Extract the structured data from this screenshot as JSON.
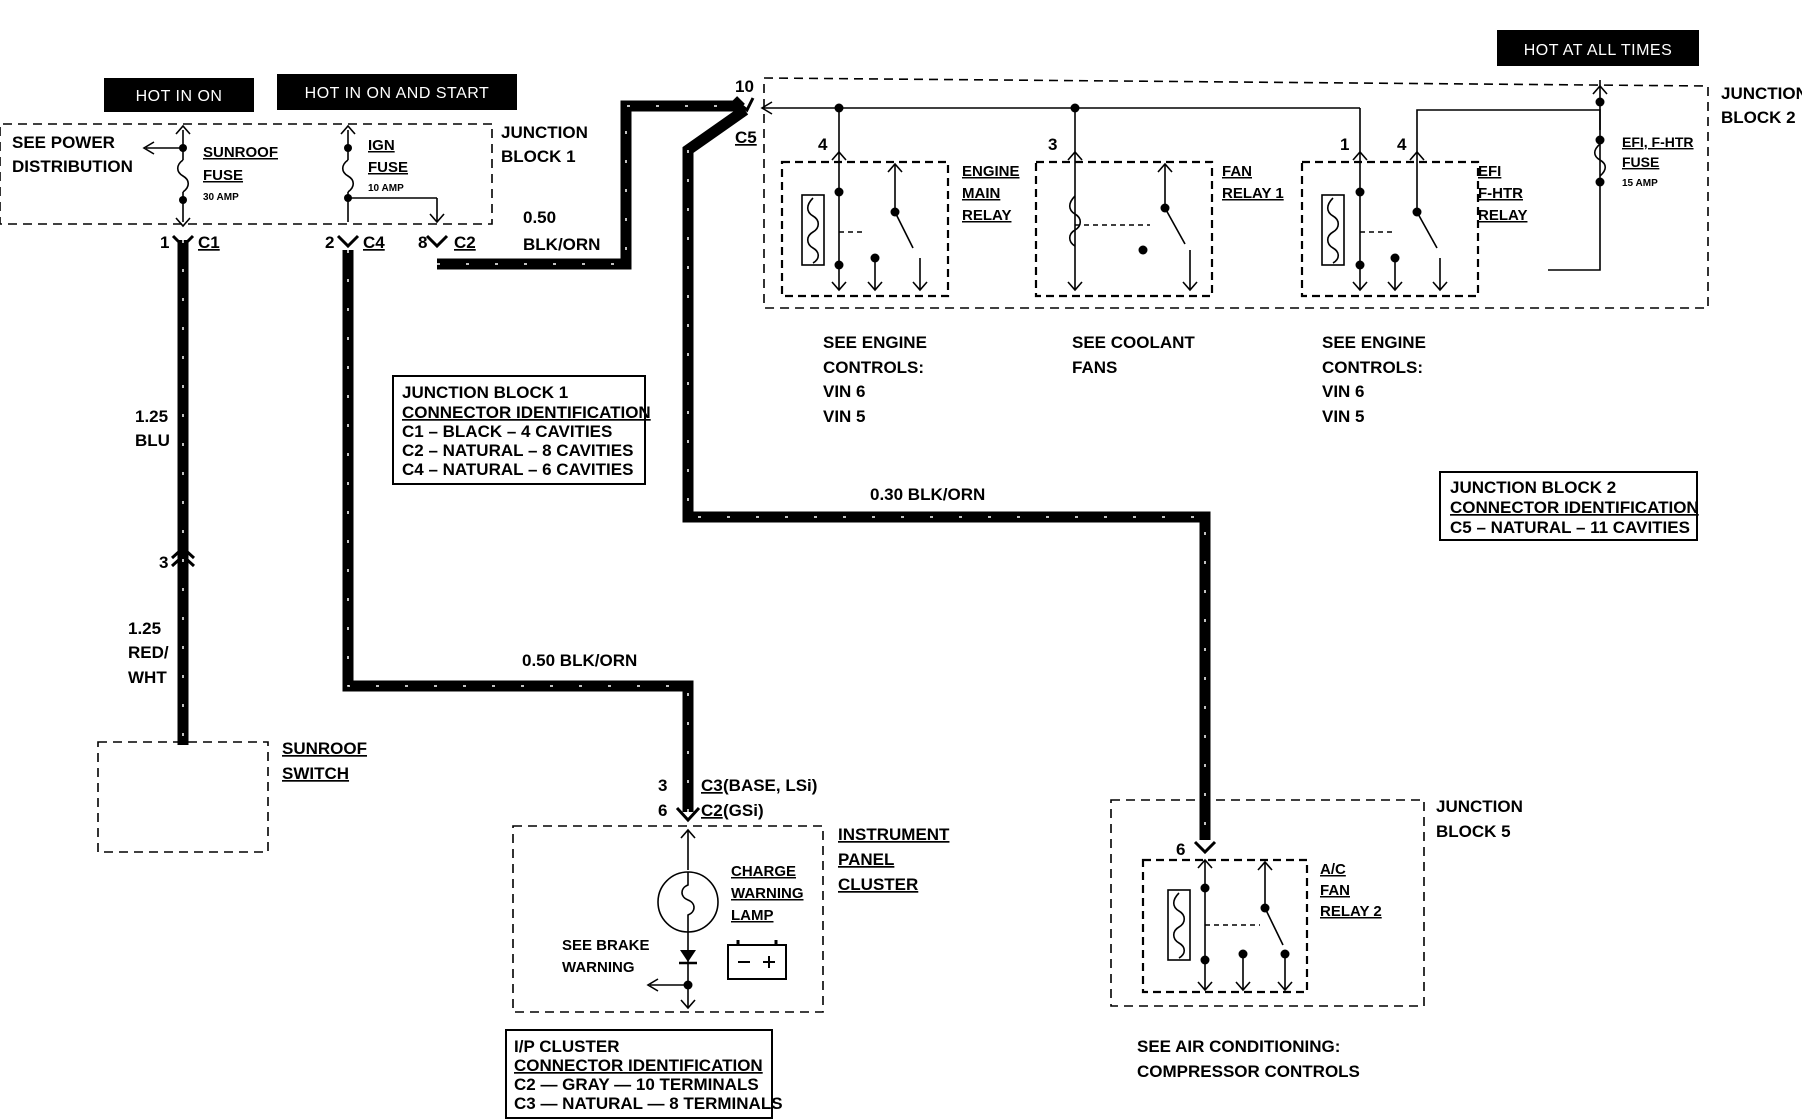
{
  "banners": {
    "hot_in_on": "HOT IN ON",
    "hot_in_on_and_start": "HOT IN ON AND START",
    "hot_at_all_times": "HOT AT ALL TIMES"
  },
  "junction_block_1": {
    "label_line1": "JUNCTION",
    "label_line2": "BLOCK 1",
    "see_power_line1": "SEE POWER",
    "see_power_line2": "DISTRIBUTION",
    "sunroof_fuse_line1": "SUNROOF",
    "sunroof_fuse_line2": "FUSE",
    "sunroof_fuse_amp": "30 AMP",
    "ign_fuse_line1": "IGN",
    "ign_fuse_line2": "FUSE",
    "ign_fuse_amp": "10 AMP",
    "pin_c1": "1",
    "conn_c1": "C1",
    "pin_c4": "2",
    "conn_c4": "C4",
    "pin_c2": "8",
    "conn_c2": "C2"
  },
  "junction_block_2": {
    "label_line1": "JUNCTION",
    "label_line2": "BLOCK 2",
    "pin_c5": "10",
    "conn_c5": "C5",
    "engine_main_relay": [
      "ENGINE",
      "MAIN",
      "RELAY"
    ],
    "engine_main_relay_pin": "4",
    "fan_relay_1": [
      "FAN",
      "RELAY 1"
    ],
    "fan_relay_1_pin": "3",
    "efi_fhtr_relay": [
      "EFI",
      "F-HTR",
      "RELAY"
    ],
    "efi_fhtr_relay_pin_a": "1",
    "efi_fhtr_relay_pin_b": "4",
    "efi_fhtr_fuse": [
      "EFI, F-HTR",
      "FUSE"
    ],
    "efi_fhtr_fuse_amp": "15 AMP"
  },
  "refs": {
    "engine_controls_1": [
      "SEE ENGINE",
      "CONTROLS:",
      "VIN 6",
      "VIN 5"
    ],
    "coolant_fans": [
      "SEE COOLANT",
      "FANS"
    ],
    "engine_controls_2": [
      "SEE ENGINE",
      "CONTROLS:",
      "VIN 6",
      "VIN 5"
    ],
    "air_conditioning": [
      "SEE AIR CONDITIONING:",
      "COMPRESSOR CONTROLS"
    ],
    "brake_warning": [
      "SEE BRAKE",
      "WARNING"
    ]
  },
  "wires": {
    "c2_gauge": "0.50",
    "c2_color": "BLK/ORN",
    "blu_gauge": "1.25",
    "blu_color": "BLU",
    "red_gauge": "1.25",
    "red_color_line1": "RED/",
    "red_color_line2": "WHT",
    "splice_pin": "3",
    "ipc_wire": "0.50 BLK/ORN",
    "jb5_wire": "0.30 BLK/ORN"
  },
  "sunroof_switch": [
    "SUNROOF",
    "SWITCH"
  ],
  "instrument_panel_cluster": {
    "label": [
      "INSTRUMENT",
      "PANEL",
      "CLUSTER"
    ],
    "pin_c3": "3",
    "conn_c3": "C3",
    "c3_variant": "(BASE, LSi)",
    "pin_c2": "6",
    "conn_c2": "C2",
    "c2_variant": "(GSi)",
    "charge_lamp": [
      "CHARGE",
      "WARNING",
      "LAMP"
    ]
  },
  "junction_block_5": {
    "label_line1": "JUNCTION",
    "label_line2": "BLOCK 5",
    "pin": "6",
    "relay": [
      "A/C",
      "FAN",
      "RELAY 2"
    ]
  },
  "legend_jb1": {
    "lines": [
      "JUNCTION BLOCK 1",
      "CONNECTOR IDENTIFICATION",
      "C1 – BLACK – 4 CAVITIES",
      "C2 – NATURAL – 8 CAVITIES",
      "C4 – NATURAL – 6 CAVITIES"
    ]
  },
  "legend_jb2": {
    "lines": [
      "JUNCTION BLOCK 2",
      "CONNECTOR IDENTIFICATION",
      "C5 – NATURAL – 11 CAVITIES"
    ]
  },
  "legend_ip": {
    "lines": [
      "I/P CLUSTER",
      "CONNECTOR IDENTIFICATION",
      "C2 — GRAY — 10 TERMINALS",
      "C3 — NATURAL — 8 TERMINALS"
    ]
  }
}
